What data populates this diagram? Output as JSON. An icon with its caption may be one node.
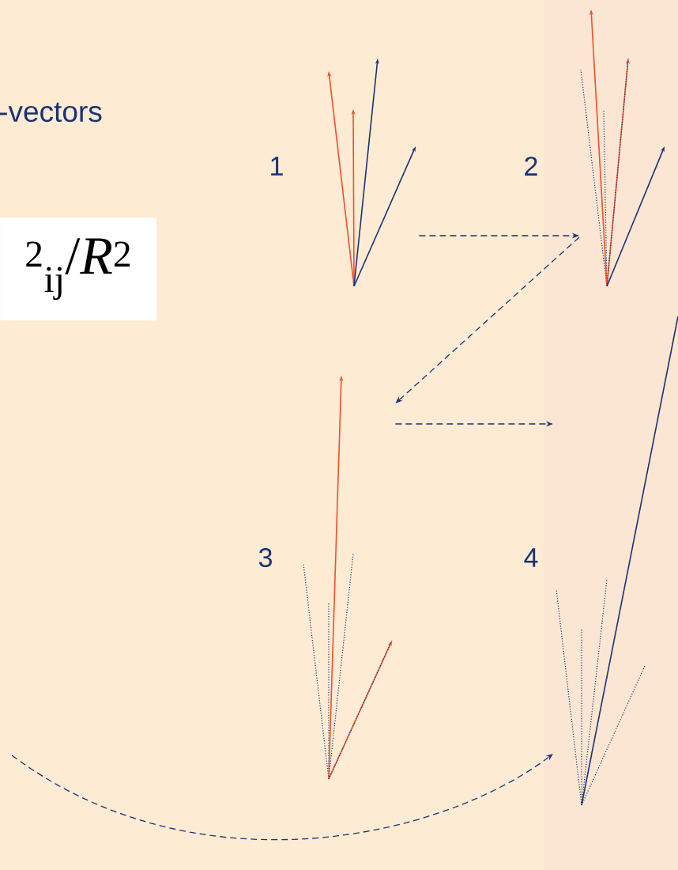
{
  "diagram": {
    "nodes": [
      {
        "text": [
          "$^{2}$$_{ij}$/*R*$^{2}$"
        ]
      },
      {
        "text": [],
        "shape": "picture",
        "beside": [
          "1"
        ]
      },
      {
        "text": [],
        "shape": "picture",
        "beside": [
          "2"
        ]
      },
      {
        "text": [],
        "shape": "picture",
        "beside": [
          "3"
        ]
      },
      {
        "text": [],
        "shape": "picture",
        "beside": [
          "4"
        ]
      }
    ],
    "edges": [
      {
        "from": 1,
        "to": 2,
        "arrow": "to",
        "style": "dashed"
      },
      {
        "from": 2,
        "to": 3,
        "arrow": "to",
        "style": "dashed"
      },
      {
        "from": 3,
        "to": 4,
        "arrow": "to",
        "style": "dashed"
      },
      {
        "from": null,
        "to": 4,
        "arrow": "to",
        "style": "dashed"
      }
    ],
    "labels": [
      "-vectors"
    ]
  }
}
